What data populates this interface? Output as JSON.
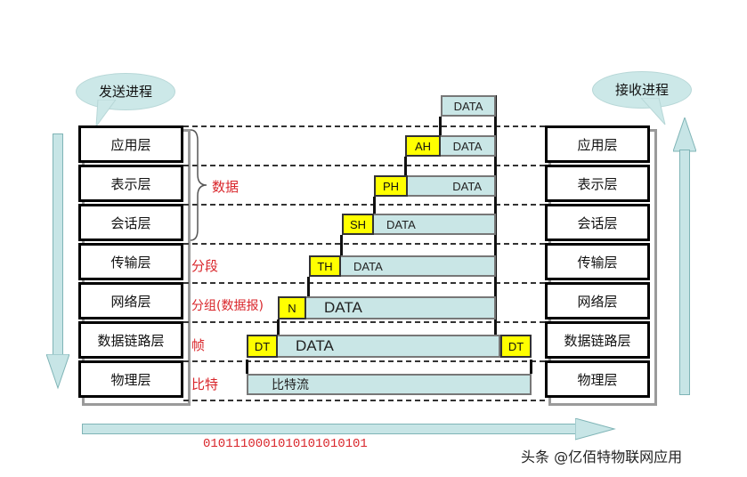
{
  "sender": {
    "bubble": "发送进程"
  },
  "receiver": {
    "bubble": "接收进程"
  },
  "layers": [
    "应用层",
    "表示层",
    "会话层",
    "传输层",
    "网络层",
    "数据链路层",
    "物理层"
  ],
  "pdu_labels": {
    "data": "数据",
    "segment": "分段",
    "packet": "分组(数据报)",
    "frame": "帧",
    "bit": "比特"
  },
  "headers": {
    "top": "DATA",
    "ah": "AH",
    "ph": "PH",
    "sh": "SH",
    "th": "TH",
    "n": "N",
    "dt": "DT",
    "dt_trailer": "DT",
    "data": "DATA"
  },
  "physical_bar": "比特流",
  "bits": "0101110001010101010101",
  "watermark": "头条 @亿佰特物联网应用",
  "colors": {
    "header": "#ffff00",
    "data_bar": "#c9e6e6",
    "label": "#d9262b",
    "arrow": "#c7e5e6"
  }
}
